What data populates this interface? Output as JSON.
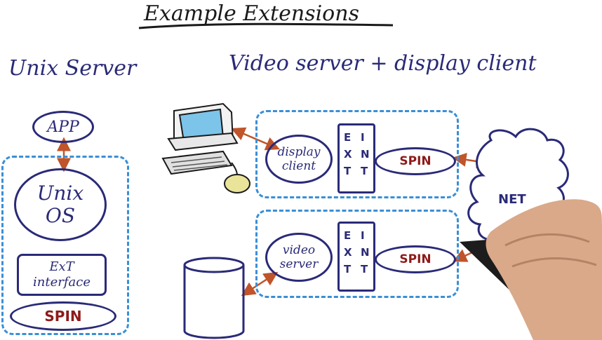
{
  "title": "Example Extensions",
  "unix": {
    "heading": "Unix Server",
    "app": "APP",
    "os_line1": "Unix",
    "os_line2": "OS",
    "ext_line1": "ExT",
    "ext_line2": "interface",
    "spin": "SPIN"
  },
  "video": {
    "heading": "Video server + display client",
    "display_line1": "display",
    "display_line2": "client",
    "video_line1": "video",
    "video_line2": "server",
    "ext_letters": [
      "E",
      "X",
      "T"
    ],
    "int_letters": [
      "I",
      "N",
      "T"
    ],
    "spin": "SPIN",
    "net": "NET"
  },
  "colors": {
    "ink_blue": "#2a2a78",
    "dash_blue": "#3a8fd6",
    "arrow_orange": "#c0542a",
    "spin_red": "#8e1a1a"
  }
}
